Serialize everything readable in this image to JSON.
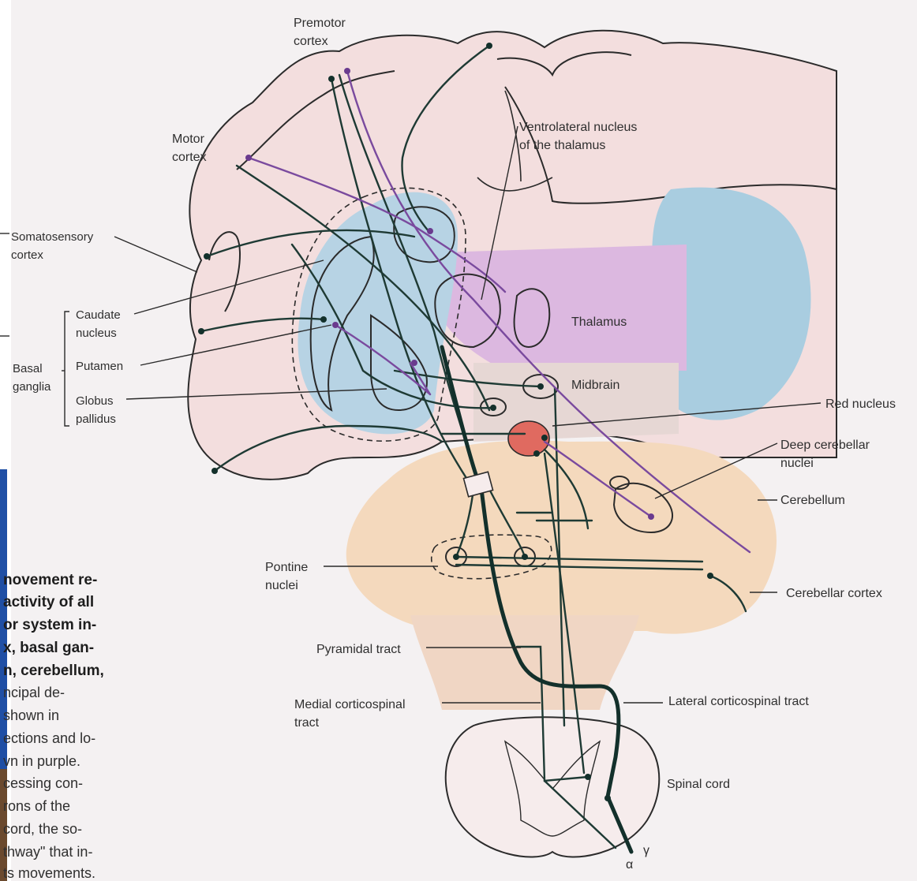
{
  "labels": {
    "premotor": [
      "Premotor",
      "cortex"
    ],
    "motor": [
      "Motor",
      "cortex"
    ],
    "ventrolateral": [
      "Ventrolateral nucleus",
      "of the thalamus"
    ],
    "somatosensory": [
      "Somatosensory",
      "cortex"
    ],
    "caudate": [
      "Caudate",
      "nucleus"
    ],
    "basal_ganglia": [
      "Basal",
      "ganglia"
    ],
    "putamen": "Putamen",
    "globus": [
      "Globus",
      "pallidus"
    ],
    "thalamus": "Thalamus",
    "midbrain": "Midbrain",
    "red_nucleus": "Red nucleus",
    "deep_cerebellar": [
      "Deep cerebellar",
      "nuclei"
    ],
    "cerebellum": "Cerebellum",
    "pontine": [
      "Pontine",
      "nuclei"
    ],
    "cerebellar_cortex": "Cerebellar cortex",
    "pyramidal": "Pyramidal tract",
    "medial_cs": [
      "Medial corticospinal",
      "tract"
    ],
    "lateral_cs": "Lateral corticospinal tract",
    "spinal_cord": "Spinal cord",
    "alpha": "α",
    "gamma": "γ"
  },
  "caption_fragment": [
    "novement re-",
    "activity of all",
    "or system in-",
    "x, basal gan-",
    "n, cerebellum,",
    "ncipal de-",
    " shown in",
    "ections and lo-",
    "vn in purple.",
    "cessing con-",
    "rons of the",
    " cord, the so-",
    "thway\" that in-",
    "ts movements."
  ],
  "colors": {
    "brain": "#f3dede",
    "basal_ganglia": "#b7d3e4",
    "thalamus": "#dcb8e0",
    "cerebellar_blue": "#a9cde0",
    "midbrain": "#e6d7d4",
    "cerebellum": "#f4d9bd",
    "brainstem": "#f0d6c4",
    "red_nucleus": "#e06a60",
    "tract": "#1e3a34",
    "purple_tract": "#7a4a9e"
  }
}
